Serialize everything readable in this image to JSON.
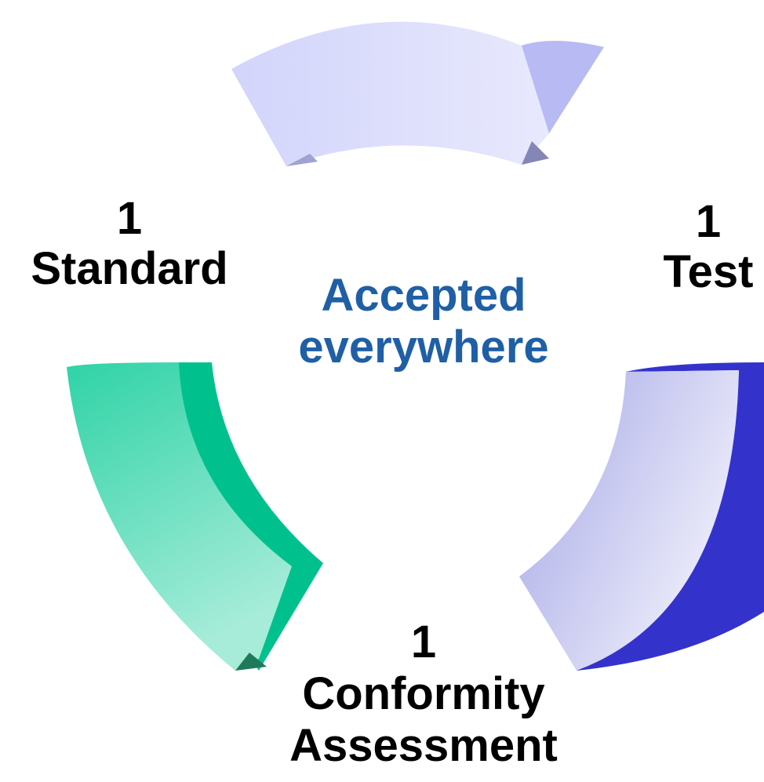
{
  "colors": {
    "top_segment": "#d4d6fb",
    "top_segment_edge": "#b5b7f2",
    "left_segment": "#2fd3a6",
    "left_segment_edge": "#00c18e",
    "right_segment": "#c4c6f2",
    "right_segment_edge": "#3333cc",
    "center_text": "#1f5fa6",
    "label_text": "#000000"
  },
  "center": {
    "line1": "Accepted",
    "line2": "everywhere"
  },
  "standard": {
    "number": "1",
    "label": "Standard"
  },
  "test": {
    "number": "1",
    "label": "Test"
  },
  "conformity": {
    "number": "1",
    "line1": "Conformity",
    "line2": "Assessment"
  }
}
